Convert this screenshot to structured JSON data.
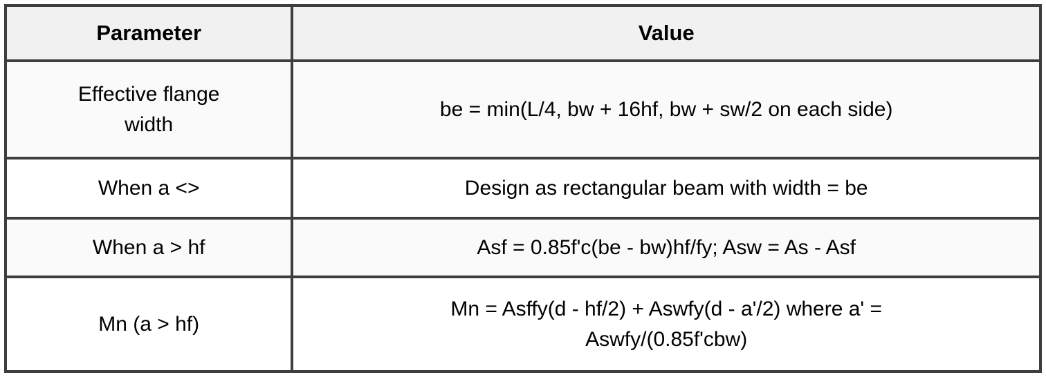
{
  "table": {
    "columns": {
      "parameter": "Parameter",
      "value": "Value"
    },
    "rows": [
      {
        "parameter": "Effective flange\nwidth",
        "value": "be = min(L/4, bw + 16hf, bw + sw/2 on each side)"
      },
      {
        "parameter": "When a <>",
        "value": "Design as rectangular beam with width = be"
      },
      {
        "parameter": "When a > hf",
        "value": "Asf = 0.85f'c(be - bw)hf/fy; Asw = As - Asf"
      },
      {
        "parameter": "Mn (a > hf)",
        "value": "Mn = Asffy(d - hf/2) + Aswfy(d - a'/2) where a' =\nAswfy/(0.85f'cbw)"
      }
    ],
    "colors": {
      "border": "#3e3e3e",
      "header_bg": "#f1f1f1",
      "row_odd_bg": "#fafafa",
      "row_even_bg": "#ffffff",
      "text": "#000000"
    }
  }
}
